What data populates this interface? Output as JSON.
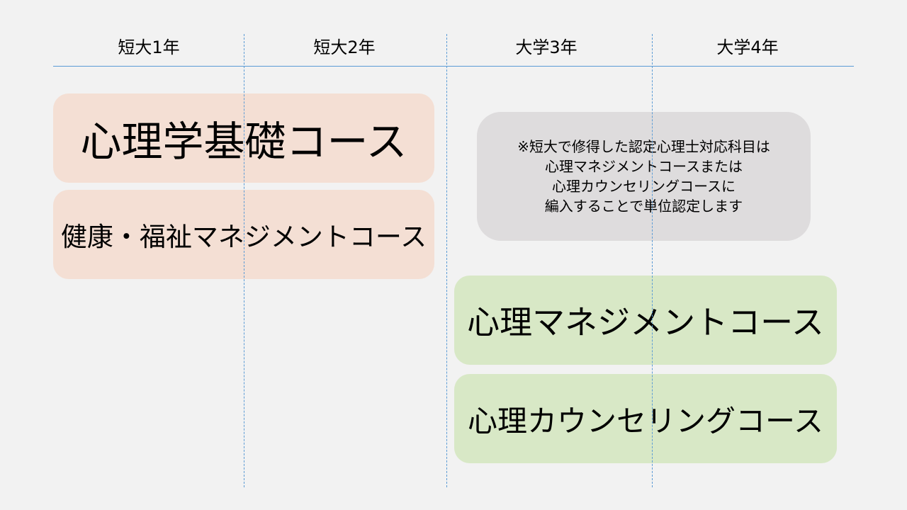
{
  "headers": [
    "短大1年",
    "短大2年",
    "大学3年",
    "大学4年"
  ],
  "courses": {
    "basic": "心理学基礎コース",
    "health_welfare": "健康・福祉マネジメントコース",
    "psych_management": "心理マネジメントコース",
    "psych_counseling": "心理カウンセリングコース"
  },
  "note": {
    "lines": [
      "※短大で修得した認定心理士対応科目は",
      "心理マネジメントコースまたは",
      "心理カウンセリングコースに",
      "編入することで単位認定します"
    ]
  },
  "colors": {
    "background": "#f2f2f2",
    "junior_college_course": "#f4dfd4",
    "university_course": "#d8e8c6",
    "note_box": "#dedcdd",
    "guide_lines": "#5b9bd5"
  }
}
